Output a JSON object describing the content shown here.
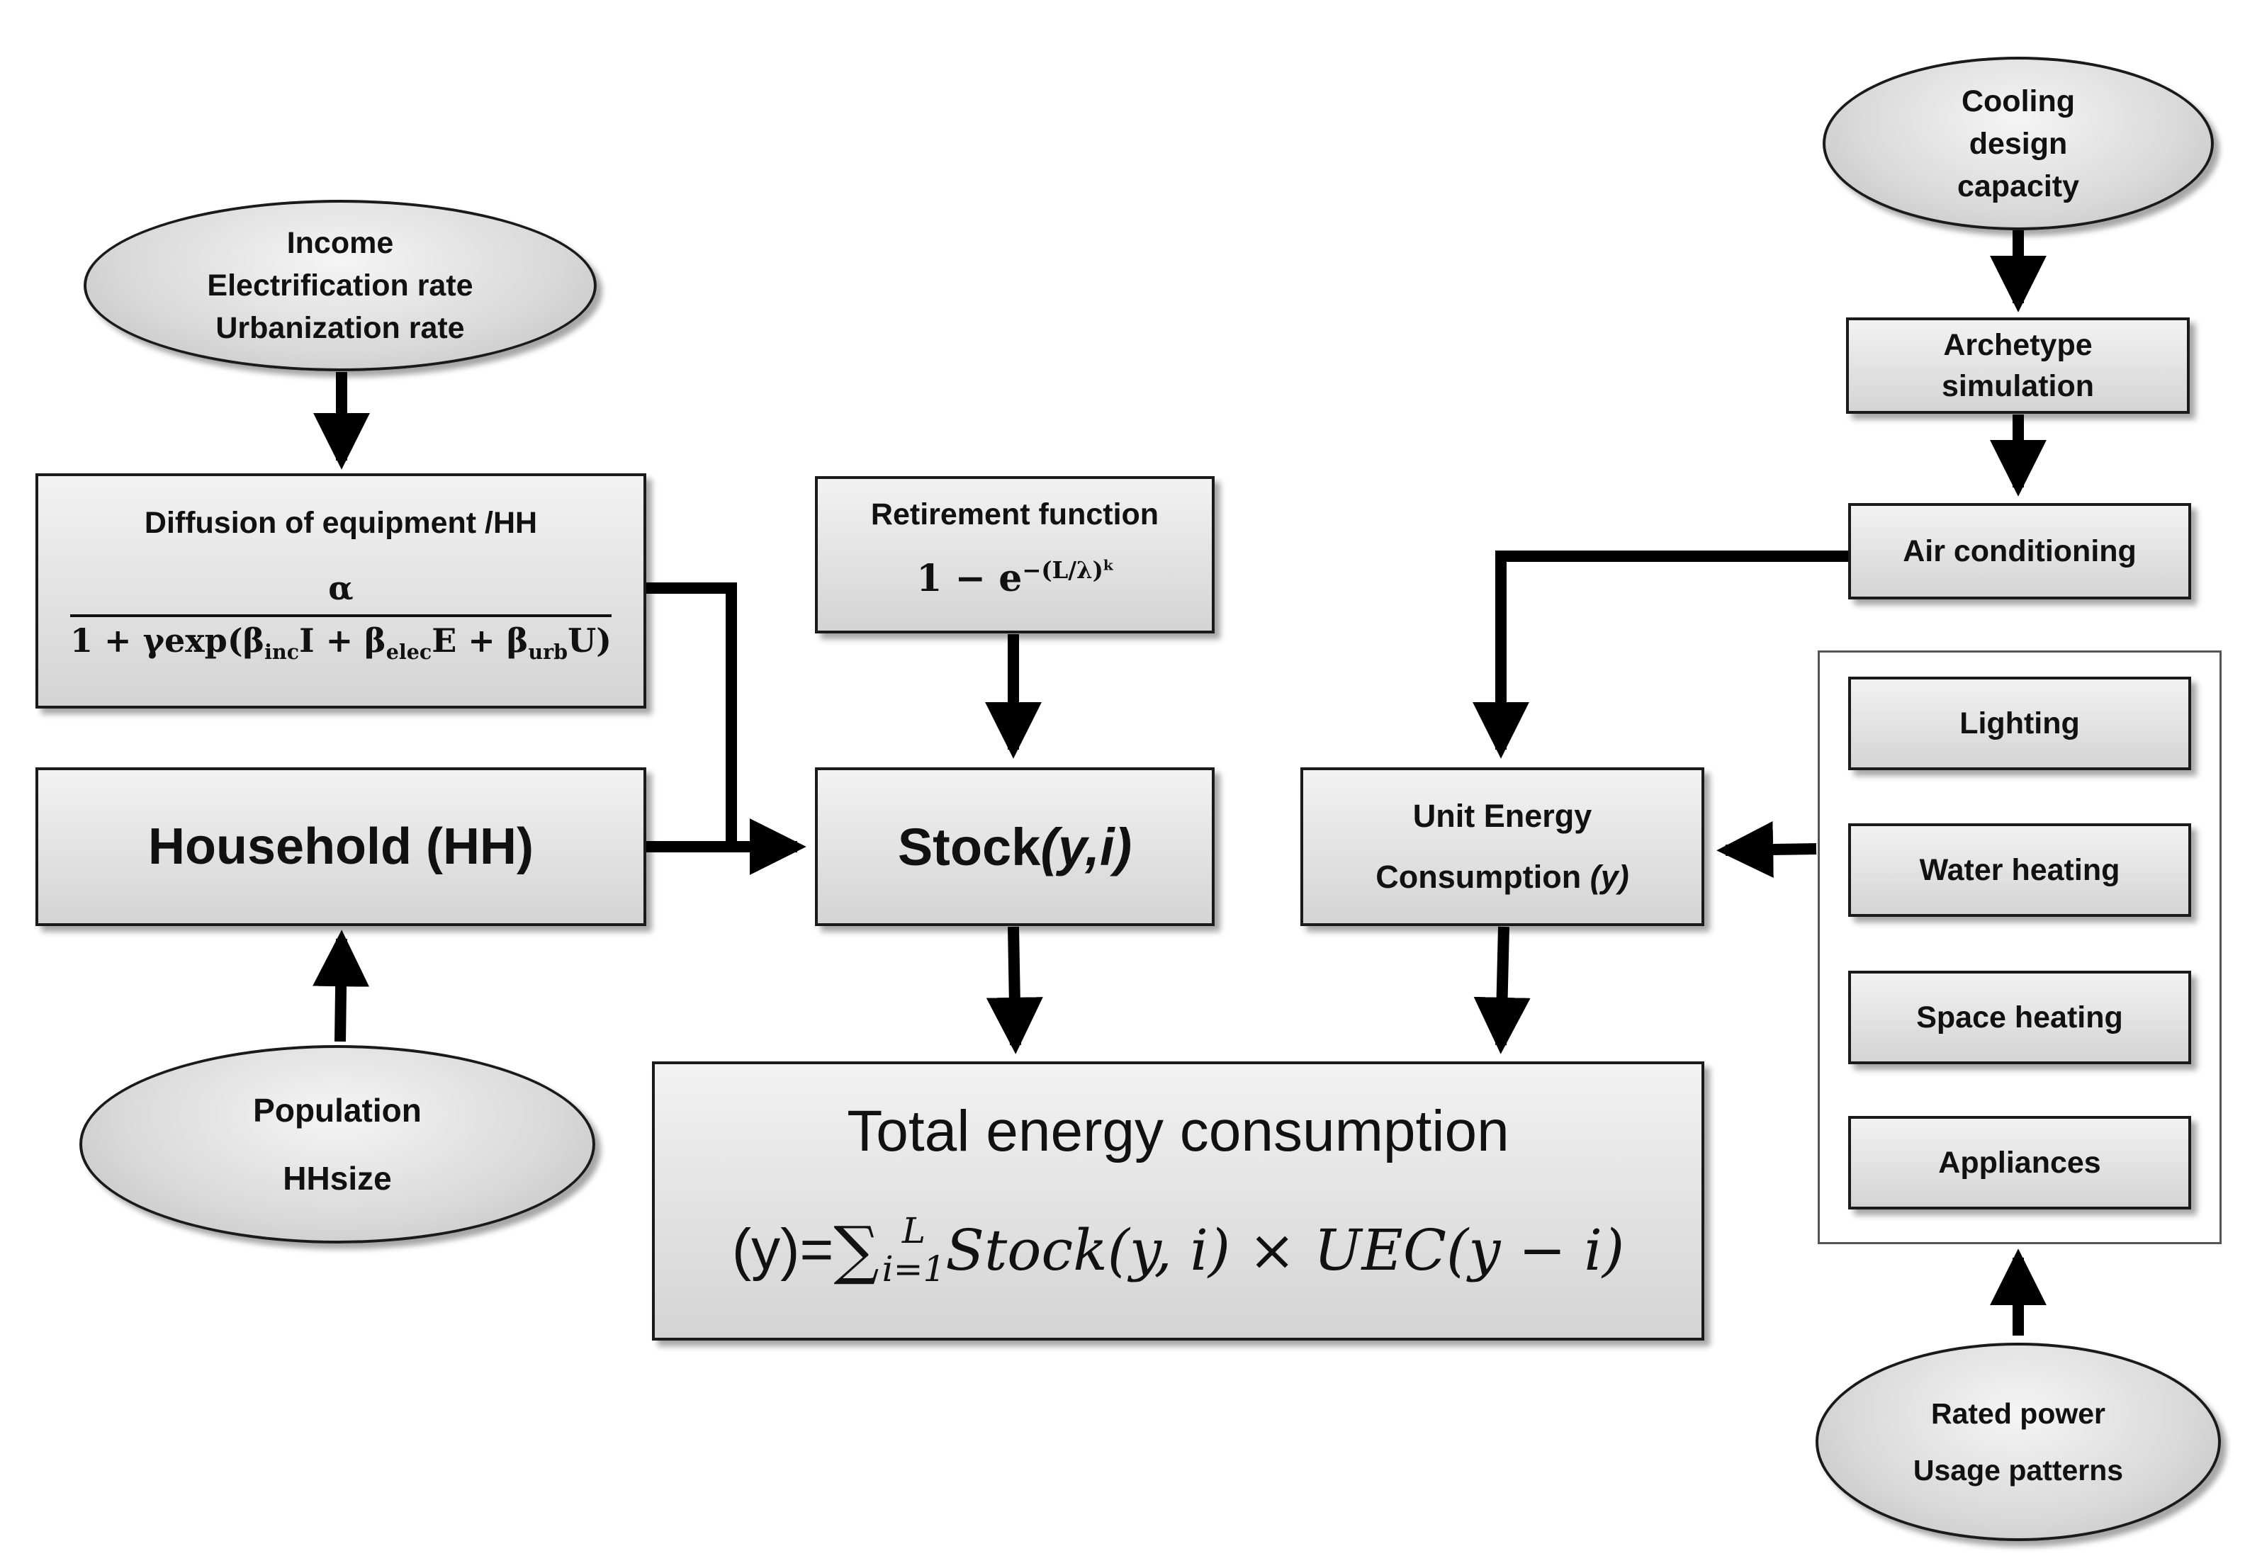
{
  "inputs": {
    "income_group": [
      "Income",
      "Electrification rate",
      "Urbanization rate"
    ],
    "population_group": [
      "Population",
      "HHsize"
    ],
    "cooling_group": [
      "Cooling",
      "design",
      "capacity"
    ],
    "rated_group": [
      "Rated power",
      "Usage patterns"
    ]
  },
  "diffusion": {
    "title": "Diffusion of equipment /HH",
    "numerator": "α",
    "den_lead": "1 +  γexp(",
    "beta": "β",
    "inc_sub": "inc",
    "inc_var": "I + ",
    "elec_sub": "elec",
    "elec_var": "E + ",
    "urb_sub": "urb",
    "urb_var": "U)"
  },
  "household": {
    "label": "Household  (HH)"
  },
  "retirement": {
    "title": "Retirement function",
    "formula_base": "1 − e",
    "formula_exp": "−(L/λ)",
    "formula_exp_k": "k"
  },
  "stock": {
    "label_main": "Stock",
    "label_args": "(y,i)"
  },
  "uec": {
    "line1": "Unit Energy",
    "line2_main": "Consumption ",
    "line2_arg": "(y)"
  },
  "total": {
    "title": "Total energy consumption",
    "lhs": "(y)=",
    "sum": "∑",
    "sum_upper": "L",
    "sum_lower": "i=1",
    "term": " Stock(y, i) × UEC(y − i)"
  },
  "archetype": {
    "line1": "Archetype",
    "line2": "simulation"
  },
  "air_conditioning": {
    "label": "Air conditioning"
  },
  "end_uses": [
    "Lighting",
    "Water heating",
    "Space heating",
    "Appliances"
  ]
}
